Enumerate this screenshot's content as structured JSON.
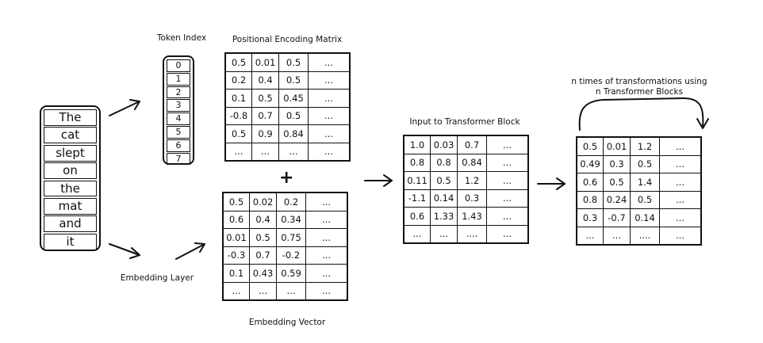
{
  "labels": {
    "token_index": "Token Index",
    "positional_encoding": "Positional Encoding Matrix",
    "embedding_layer": "Embedding Layer",
    "embedding_vector": "Embedding Vector",
    "input_to_block": "Input to Transformer Block",
    "n_times_line1": "n times of transformations using",
    "n_times_line2": "n Transformer Blocks",
    "plus": "+"
  },
  "tokens": [
    "The",
    "cat",
    "slept",
    "on",
    "the",
    "mat",
    "and",
    "it"
  ],
  "token_indices": [
    "0",
    "1",
    "2",
    "3",
    "4",
    "5",
    "6",
    "7"
  ],
  "positional_matrix": [
    [
      "0.5",
      "0.01",
      "0.5",
      "..."
    ],
    [
      "0.2",
      "0.4",
      "0.5",
      "..."
    ],
    [
      "0.1",
      "0.5",
      "0.45",
      "..."
    ],
    [
      "-0.8",
      "0.7",
      "0.5",
      "..."
    ],
    [
      "0.5",
      "0.9",
      "0.84",
      "..."
    ],
    [
      "...",
      "...",
      "...",
      "..."
    ]
  ],
  "embedding_matrix": [
    [
      "0.5",
      "0.02",
      "0.2",
      "..."
    ],
    [
      "0.6",
      "0.4",
      "0.34",
      "..."
    ],
    [
      "0.01",
      "0.5",
      "0.75",
      "..."
    ],
    [
      "-0.3",
      "0.7",
      "-0.2",
      "..."
    ],
    [
      "0.1",
      "0.43",
      "0.59",
      "..."
    ],
    [
      "...",
      "...",
      "...",
      "..."
    ]
  ],
  "input_matrix": [
    [
      "1.0",
      "0.03",
      "0.7",
      "..."
    ],
    [
      "0.8",
      "0.8",
      "0.84",
      "..."
    ],
    [
      "0.11",
      "0.5",
      "1.2",
      "..."
    ],
    [
      "-1.1",
      "0.14",
      "0.3",
      "..."
    ],
    [
      "0.6",
      "1.33",
      "1.43",
      "..."
    ],
    [
      "...",
      "...",
      "....",
      "..."
    ]
  ],
  "output_matrix": [
    [
      "0.5",
      "0.01",
      "1.2",
      "..."
    ],
    [
      "0.49",
      "0.3",
      "0.5",
      "..."
    ],
    [
      "0.6",
      "0.5",
      "1.4",
      "..."
    ],
    [
      "0.8",
      "0.24",
      "0.5",
      "..."
    ],
    [
      "0.3",
      "-0.7",
      "0.14",
      "..."
    ],
    [
      "...",
      "...",
      "....",
      "..."
    ]
  ]
}
